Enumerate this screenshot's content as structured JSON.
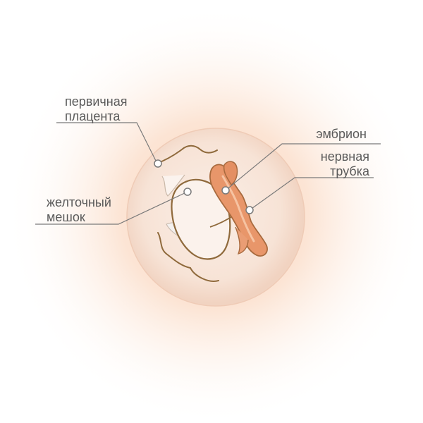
{
  "labels": {
    "primary_placenta": [
      "первичная",
      "плацента"
    ],
    "yolk_sac": [
      "желточный",
      "мешок"
    ],
    "embryo": [
      "эмбрион"
    ],
    "neural_tube": [
      "нервная",
      "трубка"
    ]
  },
  "colors": {
    "background_glow": "#fbd9c2",
    "sphere": "#f7e4d8",
    "sphere_edge": "#f0cdb9",
    "outline": "#8f6a3c",
    "embryo_fill": "#e8966a",
    "embryo_light": "#f2b38d",
    "yolk_sac_fill": "#fbf1ea",
    "leader_line": "#7a7a7a",
    "marker": "#ffffff"
  }
}
